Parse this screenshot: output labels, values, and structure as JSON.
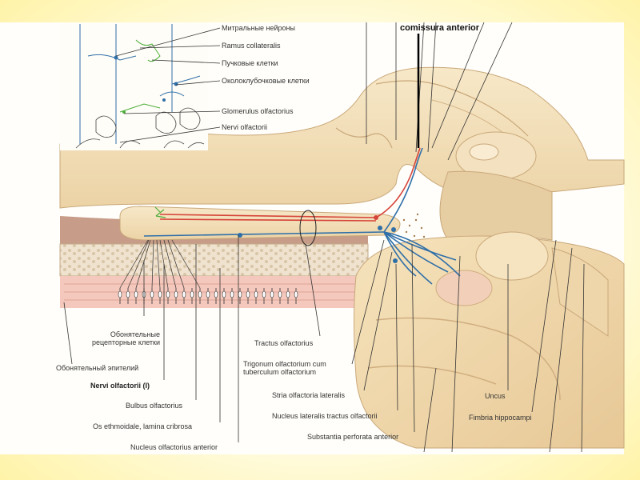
{
  "labels": {
    "mitral": "Митральные нейроны",
    "ramus": "Ramus collateralis",
    "puchk": "Пучковые клетки",
    "okolo": "Околоклубочковые клетки",
    "glomerulus": "Glomerulus olfactorius",
    "nervi_top": "Nervi olfactorii",
    "comissura": "comissura anterior",
    "receptor": "Обонятельные\nрецепторные клетки",
    "epithel": "Обонятельный эпителий",
    "nervi_bottom": "Nervi olfactorii (I)",
    "bulbus": "Bulbus olfactorius",
    "os": "Os ethmoidale, lamina cribrosa",
    "nucleus_ant": "Nucleus olfactorius anterior",
    "tractus": "Tractus olfactorius",
    "trigonum": "Trigonum olfactorium cum\ntuberculum olfactorium",
    "stria": "Stria olfactoria lateralis",
    "nucleus_lat": "Nucleus lateralis tractus olfactorii",
    "substantia": "Substantia perforata anterior",
    "uncus": "Uncus",
    "fimbria": "Fimbria hippocampi"
  },
  "colors": {
    "background": "#fff5b0",
    "tissue": "#f4e3c0",
    "tissue_dark": "#e2c69a",
    "blue_fiber": "#2f6fa8",
    "red_fiber": "#d6453a",
    "green_fiber": "#4cae3a"
  }
}
